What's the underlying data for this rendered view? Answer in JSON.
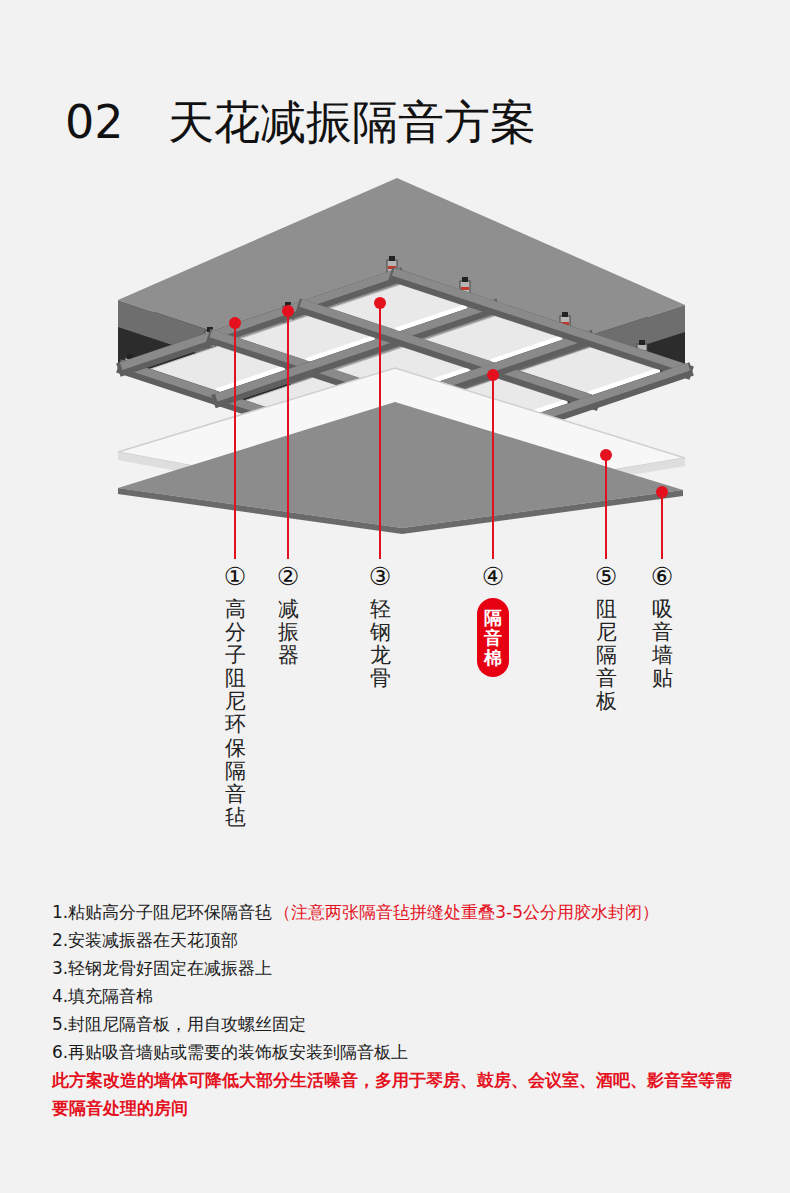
{
  "diagram": {
    "title": "02 天花减振隔音方案",
    "nodes": [
      {
        "text": [
          "隔音棉"
        ]
      }
    ],
    "labels": [
      "①",
      "高分子阻尼环保隔音毡",
      "②",
      "减振器",
      "③",
      "轻钢龙骨",
      "④",
      "⑤",
      "阻尼隔音板",
      "⑥",
      "吸音墙贴",
      "1.粘贴高分子阻尼环保隔音毡",
      "（注意两张隔音毡拼缝处重叠3-5公分用胶水封闭）",
      "2.安装减振器在天花顶部",
      "3.轻钢龙骨好固定在减振器上",
      "4.填充隔音棉",
      "5.封阻尼隔音板，用自攻螺丝固定",
      "6.再贴吸音墙贴或需要的装饰板安装到隔音板上",
      "此方案改造的墙体可降低大部分生活噪音，多用于琴房、鼓房、会议室、酒吧、影音室等需要隔音处理的房间"
    ]
  }
}
